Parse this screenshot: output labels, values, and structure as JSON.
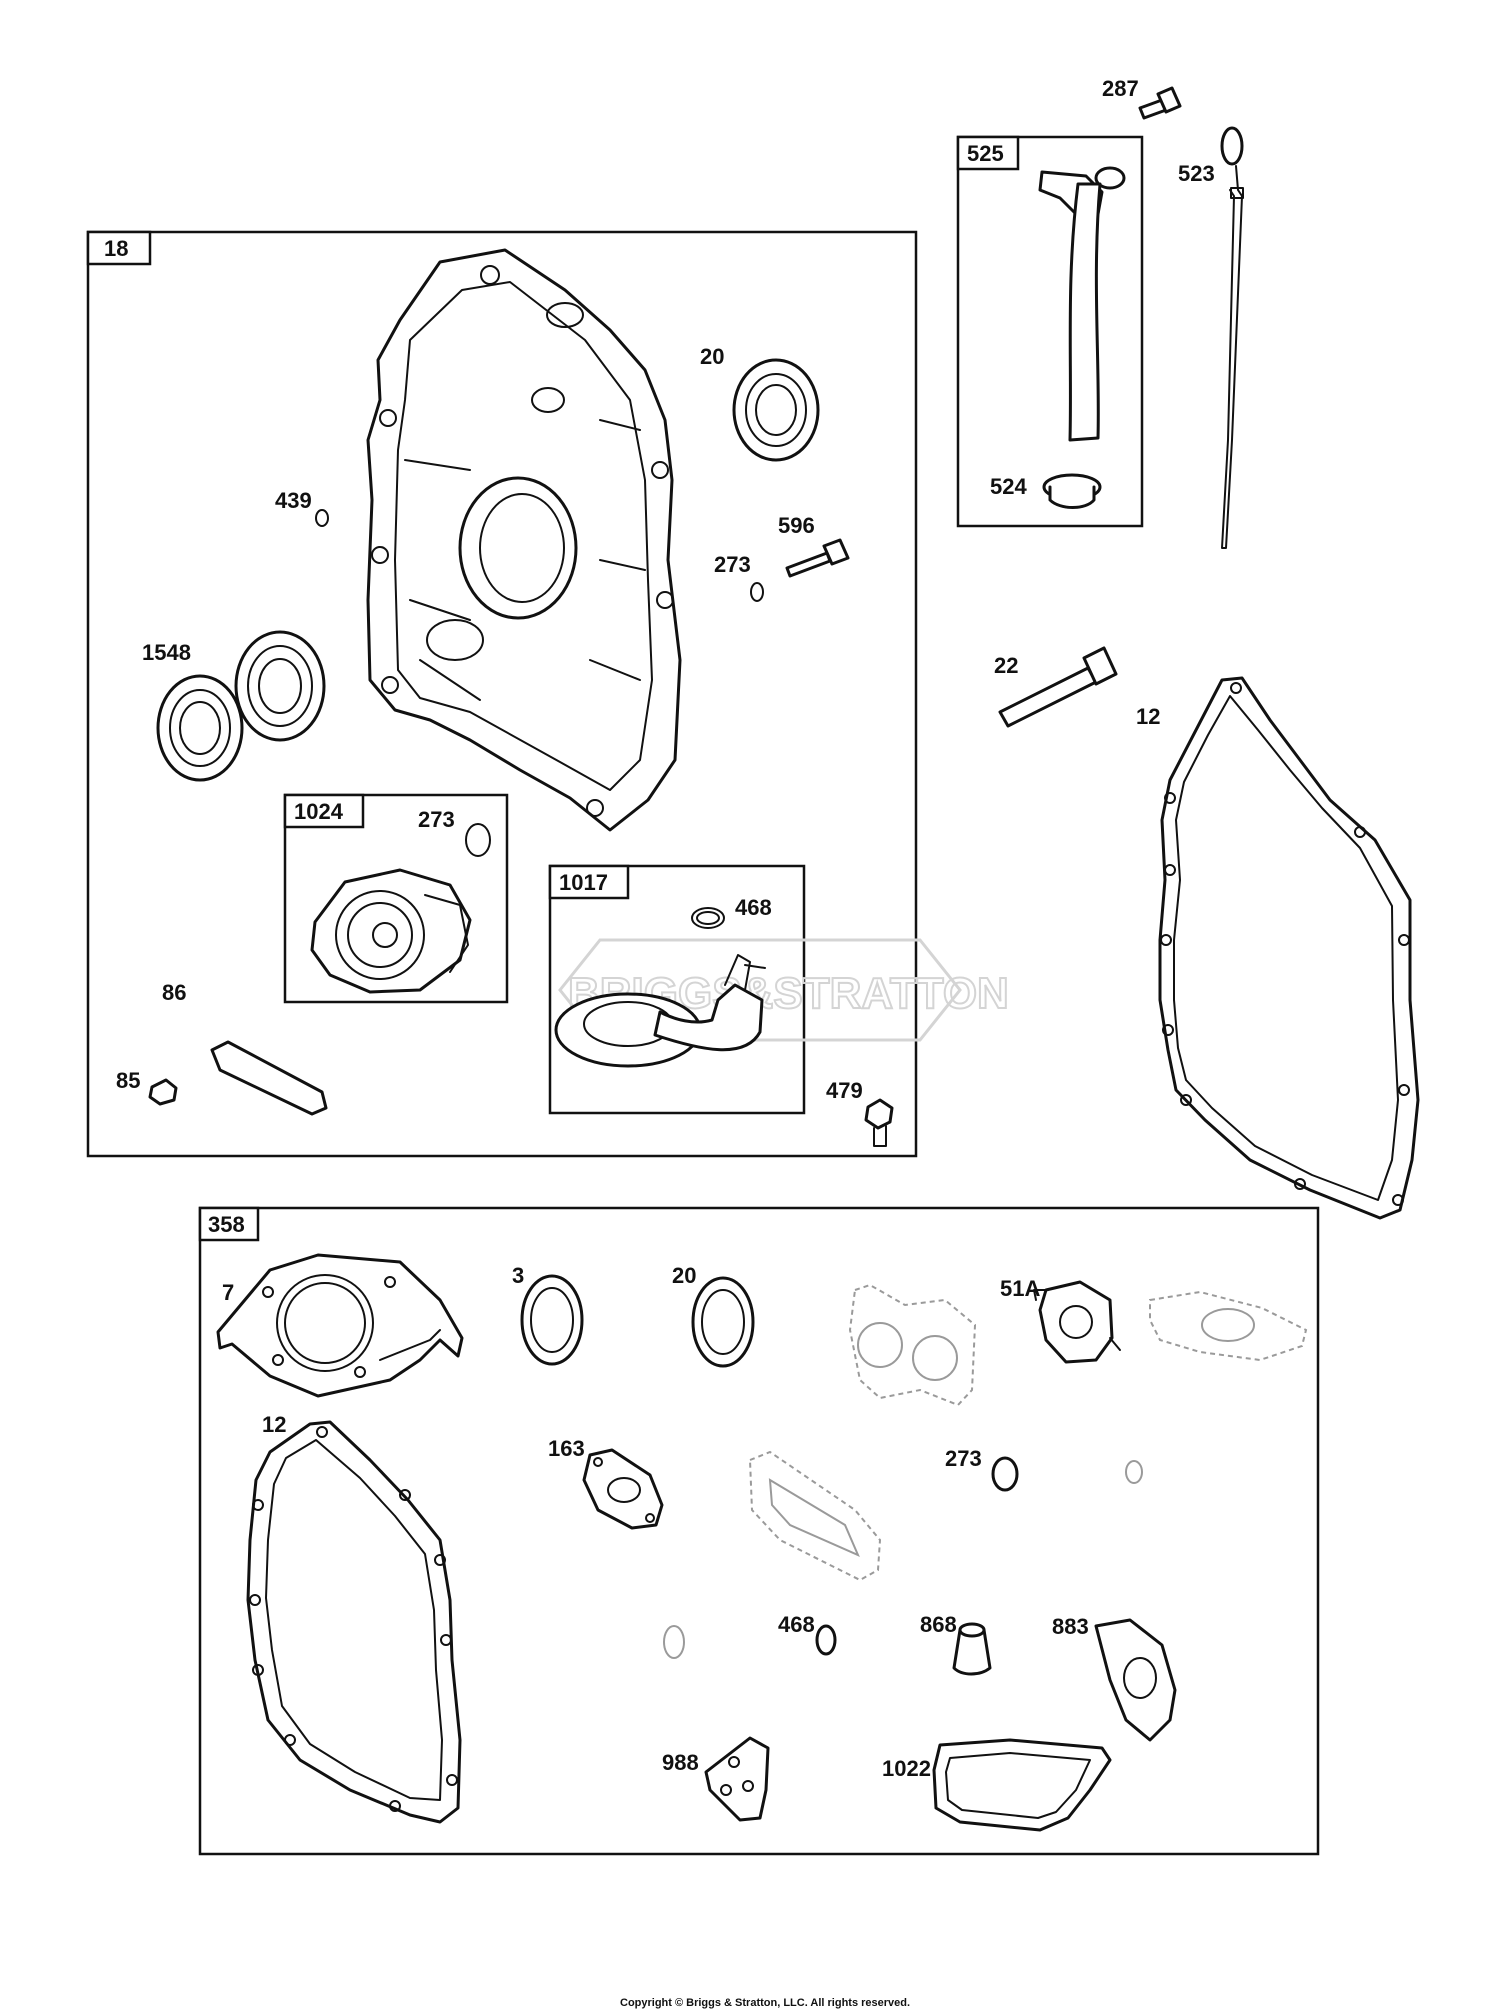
{
  "groups": {
    "g18": "18",
    "g525": "525",
    "g1024": "1024",
    "g1017": "1017",
    "g358": "358"
  },
  "callouts": {
    "c287": "287",
    "c523": "523",
    "c524": "524",
    "c20a": "20",
    "c439": "439",
    "c596": "596",
    "c273a": "273",
    "c1548": "1548",
    "c273b": "273",
    "c468a": "468",
    "c86": "86",
    "c85": "85",
    "c479": "479",
    "c22": "22",
    "c12a": "12",
    "c7": "7",
    "c3": "3",
    "c20b": "20",
    "c51a": "51A",
    "c12b": "12",
    "c163": "163",
    "c273c": "273",
    "c468b": "468",
    "c868": "868",
    "c883": "883",
    "c988": "988",
    "c1022": "1022"
  },
  "watermark": "BRIGGS&STRATTON",
  "copyright": "Copyright © Briggs & Stratton, LLC. All rights reserved.",
  "colors": {
    "ink": "#111111",
    "ghost": "#9a9a9a",
    "watermark": "#d4d4d4"
  }
}
